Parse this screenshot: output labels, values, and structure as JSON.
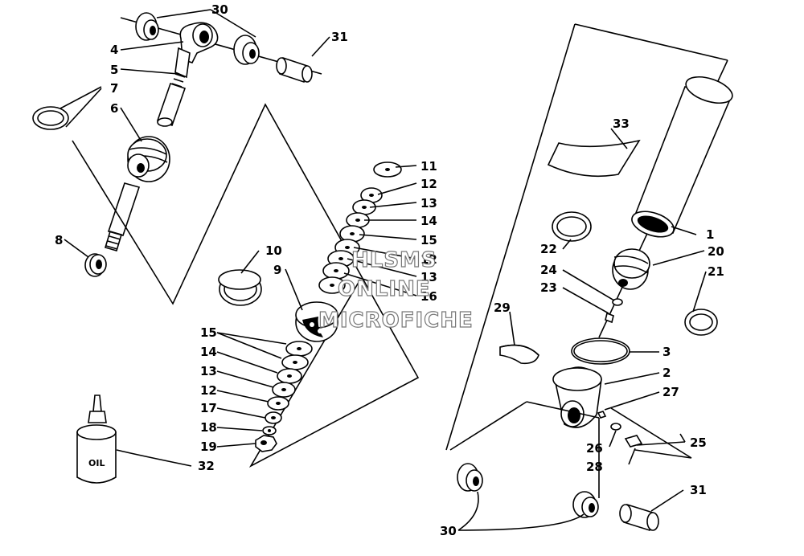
{
  "watermark": [
    "HLSMS",
    "ONLINE",
    "MICROFICHE"
  ],
  "oil_label": "OIL",
  "callouts": [
    {
      "id": "c30a",
      "text": "30"
    },
    {
      "id": "c31a",
      "text": "31"
    },
    {
      "id": "c4",
      "text": "4"
    },
    {
      "id": "c5",
      "text": "5"
    },
    {
      "id": "c7",
      "text": "7"
    },
    {
      "id": "c6",
      "text": "6"
    },
    {
      "id": "c8",
      "text": "8"
    },
    {
      "id": "c10",
      "text": "10"
    },
    {
      "id": "c9",
      "text": "9"
    },
    {
      "id": "c11",
      "text": "11"
    },
    {
      "id": "c12a",
      "text": "12"
    },
    {
      "id": "c13a",
      "text": "13"
    },
    {
      "id": "c14a",
      "text": "14"
    },
    {
      "id": "c15a",
      "text": "15"
    },
    {
      "id": "c12b",
      "text": "12"
    },
    {
      "id": "c13b",
      "text": "13"
    },
    {
      "id": "c16",
      "text": "16"
    },
    {
      "id": "c15b",
      "text": "15"
    },
    {
      "id": "c14b",
      "text": "14"
    },
    {
      "id": "c13c",
      "text": "13"
    },
    {
      "id": "c12c",
      "text": "12"
    },
    {
      "id": "c17",
      "text": "17"
    },
    {
      "id": "c18",
      "text": "18"
    },
    {
      "id": "c19",
      "text": "19"
    },
    {
      "id": "c32",
      "text": "32"
    },
    {
      "id": "c33",
      "text": "33"
    },
    {
      "id": "c1",
      "text": "1"
    },
    {
      "id": "c22",
      "text": "22"
    },
    {
      "id": "c20",
      "text": "20"
    },
    {
      "id": "c24",
      "text": "24"
    },
    {
      "id": "c21",
      "text": "21"
    },
    {
      "id": "c23",
      "text": "23"
    },
    {
      "id": "c29",
      "text": "29"
    },
    {
      "id": "c3",
      "text": "3"
    },
    {
      "id": "c2",
      "text": "2"
    },
    {
      "id": "c27",
      "text": "27"
    },
    {
      "id": "c25",
      "text": "25"
    },
    {
      "id": "c26",
      "text": "26"
    },
    {
      "id": "c28",
      "text": "28"
    },
    {
      "id": "c31b",
      "text": "31"
    },
    {
      "id": "c30b",
      "text": "30"
    }
  ]
}
